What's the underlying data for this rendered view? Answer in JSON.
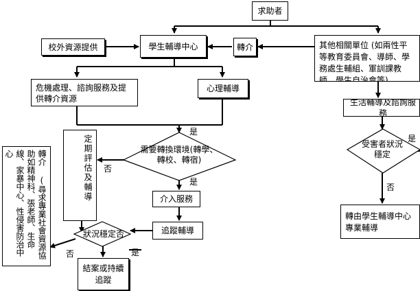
{
  "nodes": {
    "help_seeker": "求助者",
    "external_resources": "校外資源提供",
    "counseling_center": "學生輔導中心",
    "referral": "轉介",
    "other_units": "其他相關單位 (如兩性平等教育委員會、導師、學務處生輔組、軍訓課教師、學生自治會等)",
    "crisis_handling": "危機處理、諮詢服務及提供轉介資源",
    "psych_counseling": "心理輔導",
    "life_counseling": "生活輔導及諮詢服務",
    "periodic_evaluation": "定期評估及輔導",
    "intervention_service": "介入服務",
    "tracking": "追蹤輔導",
    "referral_resources": "轉介 (尋求專業社會資源協助如精神科、張老師、生命線、家暴中心、性侵害防治中心",
    "close_case": "結案或持續追蹤",
    "transfer_center": "轉由學生輔導中心專業輔導"
  },
  "decisions": {
    "change_environment": "需要轉換環境(轉學、轉校、轉宿)",
    "victim_stable": "受害者狀況穩定",
    "situation_stable": "狀況穩定否"
  },
  "edges": {
    "yes_env": "是",
    "no_env": "否",
    "yes_intervention": "是",
    "no_stable": "否",
    "yes_stable": "是",
    "yes_victim": "是",
    "no_victim": "否"
  }
}
